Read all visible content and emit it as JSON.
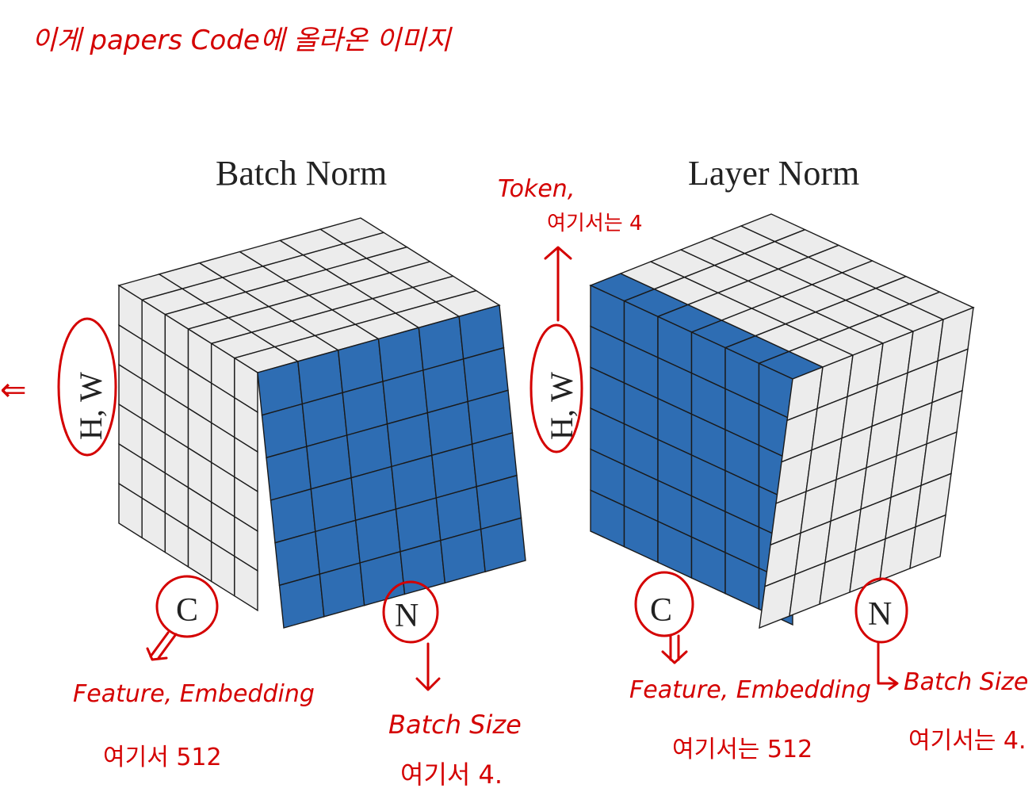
{
  "handwritten_title": "이게 papers Code에 올라온 이미지",
  "colors": {
    "blue_face": "#2e6db3",
    "gray_face": "#ececec",
    "grid_line": "#1a1a1a",
    "annotation_red": "#d40000"
  },
  "grid_cells_per_edge": 6,
  "batch_norm": {
    "title": "Batch Norm",
    "axis_hw": "H, W",
    "axis_c": "C",
    "axis_n": "N",
    "highlight": "front face (all N at one C)"
  },
  "layer_norm": {
    "title": "Layer Norm",
    "axis_hw": "H, W",
    "axis_c": "C",
    "axis_n": "N",
    "highlight": "side face (all C at one N)"
  },
  "annotations": {
    "bn_feature": "Feature, Embedding",
    "bn_feature_note": "여기서 512",
    "bn_batch": "Batch Size",
    "bn_batch_note": "여기서 4.",
    "ln_token": "Token,",
    "ln_token_note": "여기서는 4",
    "ln_feature": "Feature, Embedding",
    "ln_feature_note": "여기서는 512",
    "ln_batch": "Batch Size",
    "ln_batch_note": "여기서는 4.",
    "left_arrow": "⇐"
  }
}
